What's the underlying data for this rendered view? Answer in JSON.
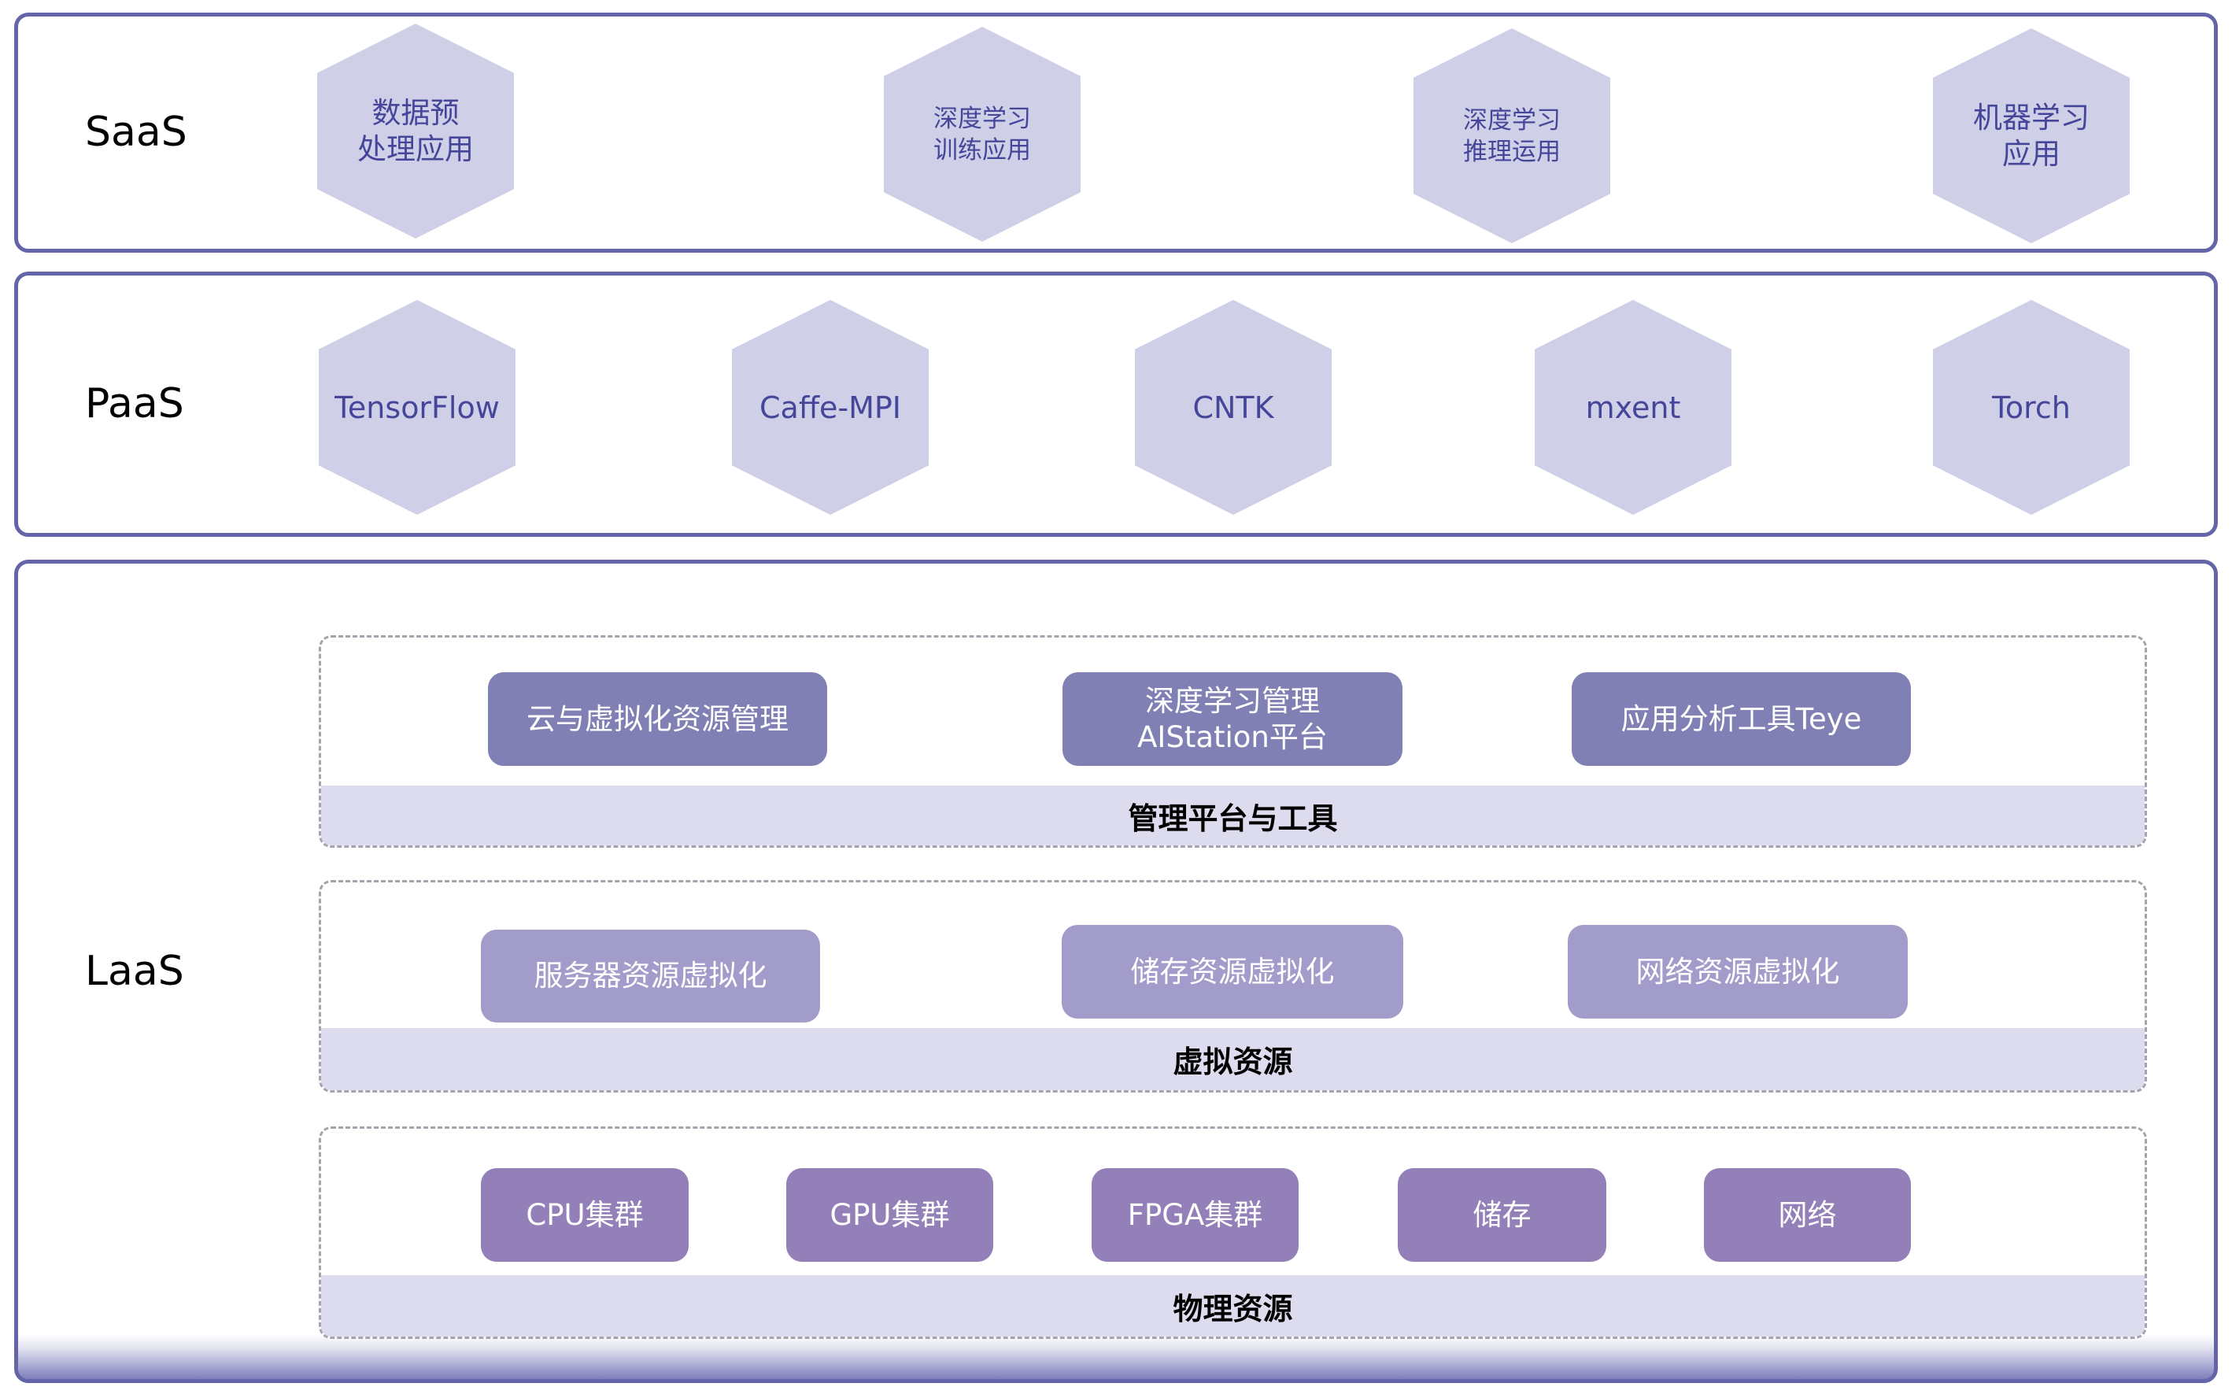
{
  "layers": {
    "saas": {
      "label": "SaaS",
      "items": [
        "数据预\n处理应用",
        "深度学习\n训练应用",
        "深度学习\n推理运用",
        "机器学习\n应用"
      ]
    },
    "paas": {
      "label": "PaaS",
      "items": [
        "TensorFlow",
        "Caffe-MPI",
        "CNTK",
        "mxent",
        "Torch"
      ]
    },
    "laas": {
      "label": "LaaS",
      "groups": [
        {
          "title": "管理平台与工具",
          "items": [
            "云与虚拟化资源管理",
            "深度学习管理\nAIStation平台",
            "应用分析工具Teye"
          ]
        },
        {
          "title": "虚拟资源",
          "items": [
            "服务器资源虚拟化",
            "储存资源虚拟化",
            "网络资源虚拟化"
          ]
        },
        {
          "title": "物理资源",
          "items": [
            "CPU集群",
            "GPU集群",
            "FPGA集群",
            "储存",
            "网络"
          ]
        }
      ]
    }
  },
  "colors": {
    "layer_border": "#6464a8",
    "hexagon_fill": "#cfcfe7",
    "hexagon_text": "#45459a",
    "management_button": "#8080b4",
    "virtual_button": "#a29ccb",
    "physical_button": "#9480b8",
    "group_band": "#dcdcee",
    "group_dash": "#a4a4ae"
  }
}
